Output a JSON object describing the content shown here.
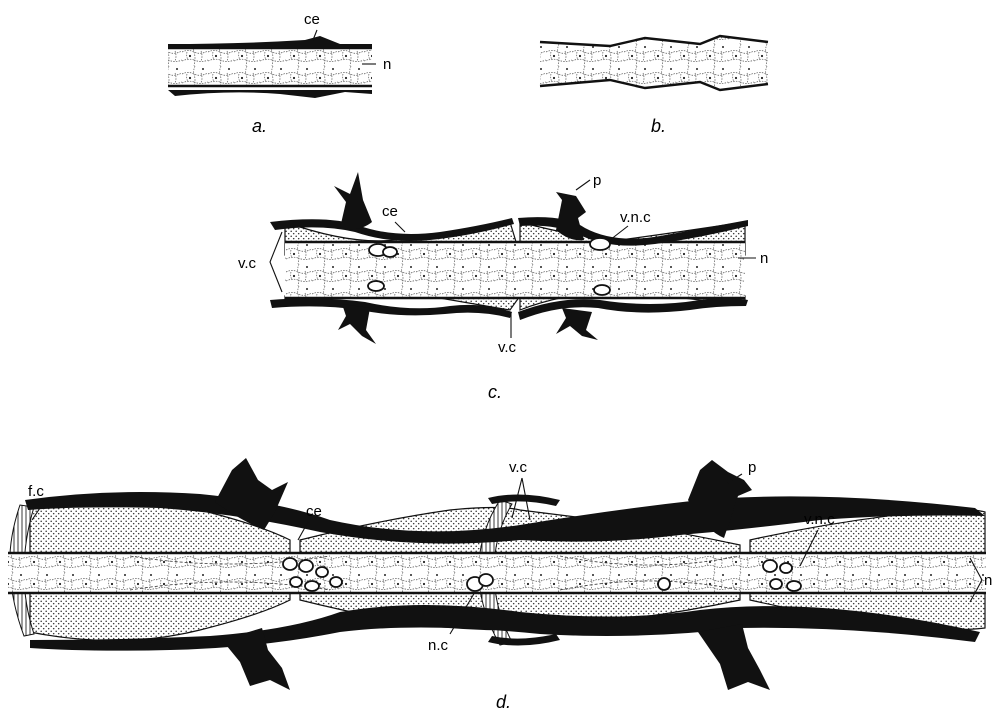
{
  "panels": {
    "a": {
      "caption": "a.",
      "labels": {
        "ce": "ce",
        "n": "n"
      }
    },
    "b": {
      "caption": "b."
    },
    "c": {
      "caption": "c.",
      "labels": {
        "p": "p",
        "ce": "ce",
        "vnc": "v.n.c",
        "vc_left": "v.c",
        "vc_bottom": "v.c",
        "n": "n"
      }
    },
    "d": {
      "caption": "d.",
      "labels": {
        "p": "p",
        "fc": "f.c",
        "ce": "ce",
        "vc": "v.c",
        "vnc": "v.n.c",
        "nc": "n.c",
        "n": "n"
      }
    }
  }
}
